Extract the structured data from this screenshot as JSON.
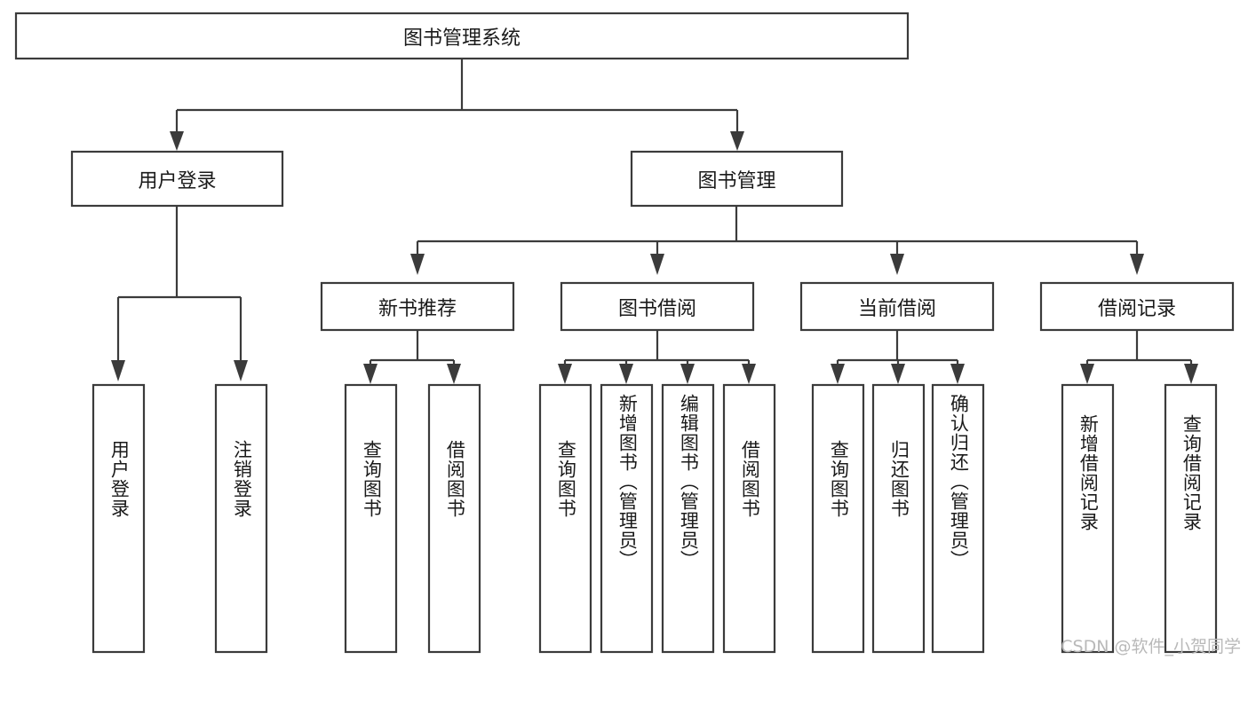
{
  "diagram": {
    "type": "tree",
    "title": "图书管理系统",
    "watermark": "CSDN @软件_小贺同学",
    "colors": {
      "box_stroke": "#3b3b3b",
      "box_fill": "#ffffff",
      "text": "#1a1a1a",
      "background": "#ffffff",
      "watermark": "#b9b9b9"
    },
    "levels": {
      "root": {
        "label": "图书管理系统"
      },
      "level2": [
        {
          "label": "用户登录"
        },
        {
          "label": "图书管理"
        }
      ],
      "level3": [
        {
          "label": "新书推荐"
        },
        {
          "label": "图书借阅"
        },
        {
          "label": "当前借阅"
        },
        {
          "label": "借阅记录"
        }
      ],
      "leaves": {
        "user_login": [
          {
            "label": "用户登录"
          },
          {
            "label": "注销登录"
          }
        ],
        "new_book_recommend": [
          {
            "label": "查询图书"
          },
          {
            "label": "借阅图书"
          }
        ],
        "book_borrow": [
          {
            "label": "查询图书"
          },
          {
            "label": "新增图书（管理员）"
          },
          {
            "label": "编辑图书（管理员）"
          },
          {
            "label": "借阅图书"
          }
        ],
        "current_borrow": [
          {
            "label": "查询图书"
          },
          {
            "label": "归还图书"
          },
          {
            "label": "确认归还（管理员）"
          }
        ],
        "borrow_records": [
          {
            "label": "新增借阅记录"
          },
          {
            "label": "查询借阅记录"
          }
        ]
      }
    }
  }
}
